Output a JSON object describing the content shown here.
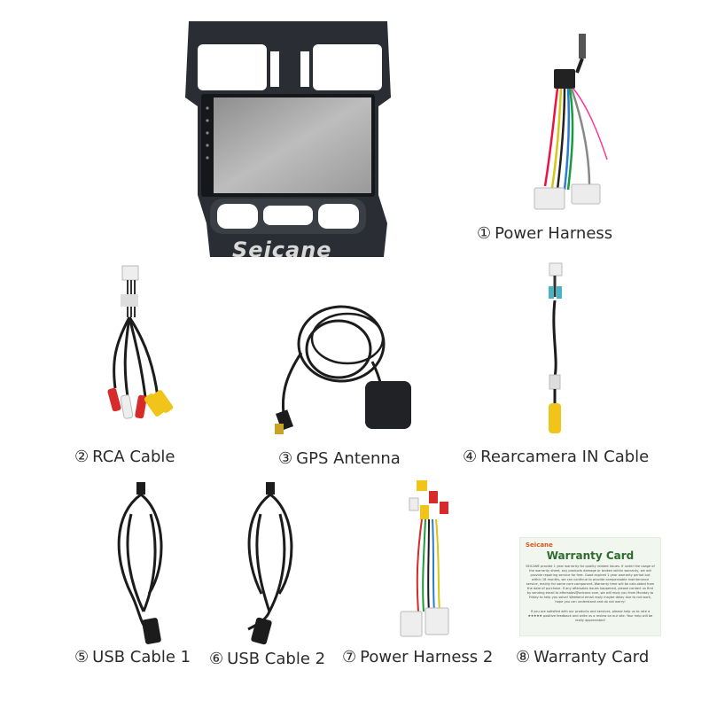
{
  "brand_watermark": "Seicane",
  "items": [
    {
      "num": "①",
      "label": "Power Harness"
    },
    {
      "num": "②",
      "label": "RCA Cable"
    },
    {
      "num": "③",
      "label": "GPS Antenna"
    },
    {
      "num": "④",
      "label": "Rearcamera IN Cable"
    },
    {
      "num": "⑤",
      "label": "USB Cable 1"
    },
    {
      "num": "⑥",
      "label": "USB Cable 2"
    },
    {
      "num": "⑦",
      "label": "Power Harness 2"
    },
    {
      "num": "⑧",
      "label": "Warranty Card"
    }
  ],
  "warranty_card": {
    "brand": "Seicane",
    "title": "Warranty Card",
    "body": "SEICANE provide 1 year warranty for quality related issues. If under the usage of the warranty sheet, any products damage or broken within warranty, we will provide repairing service for free. Good expired 1 year warranty period but within 18 months, we can continue to provide compensable maintenance service, mainly for same core component. Warranty time will be calculated from the date of purchase. If any aftersales issues happened, please contact us first by sending email to aftersales@seicane.com, we will reply you from Monday to Friday to help you solve! Weekend email reply maybe delay due to not work, hope you can understand and do not worry!",
    "foot": "If you are satisfied with our products and services, please help us to rate a ★★★★★ positive feedback and write us a review on our site. Your help will be really appreciated!"
  },
  "colors": {
    "frame": "#23262c",
    "screen": "#a9a9a9",
    "cable": "#1c1c1c",
    "rca_red": "#d72a2a",
    "rca_yellow": "#f0c419",
    "card_green": "#2f6b2f",
    "card_brand": "#e0531a"
  }
}
